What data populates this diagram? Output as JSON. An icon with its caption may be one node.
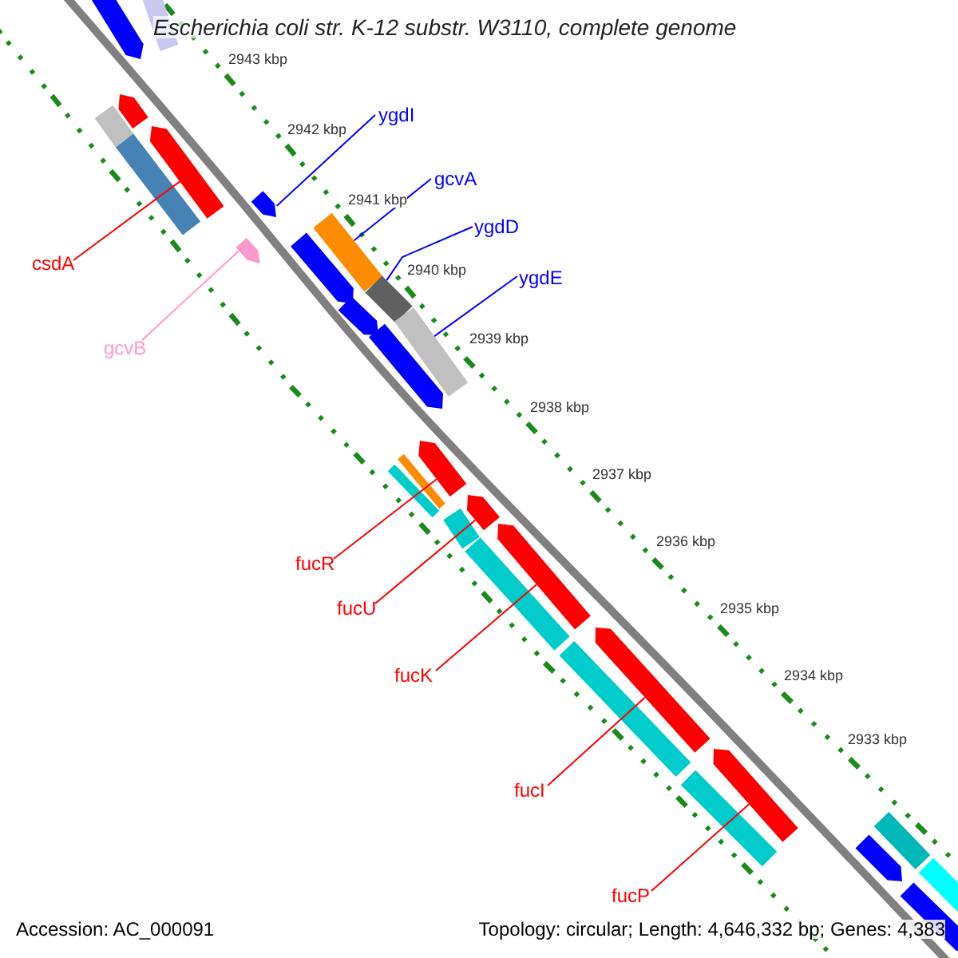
{
  "diagram": {
    "title": "Escherichia coli str. K-12 substr. W3110, complete genome",
    "nodes": [
      {
        "text": [
          "ygdI"
        ]
      },
      {
        "text": [
          "gcvA"
        ]
      },
      {
        "text": [
          "ygdD"
        ]
      },
      {
        "text": [
          "csdA"
        ]
      },
      {
        "text": [
          "ygdE"
        ]
      },
      {
        "text": [
          "gcvB"
        ]
      },
      {
        "text": [
          "fucR"
        ]
      },
      {
        "text": [
          "fucU"
        ]
      },
      {
        "text": [
          "fucK"
        ]
      },
      {
        "text": [
          "fucI"
        ]
      },
      {
        "text": [
          "fucP"
        ]
      },
      {
        "text": [],
        "shape": "arrow"
      },
      {
        "text": [],
        "shape": "bar"
      },
      {
        "text": [],
        "shape": "arrow"
      },
      {
        "text": [],
        "shape": "bar"
      },
      {
        "text": [],
        "shape": "arrow"
      },
      {
        "text": [],
        "shape": "bar"
      },
      {
        "text": [],
        "shape": "arrow"
      },
      {
        "text": [],
        "shape": "bar"
      },
      {
        "text": [],
        "shape": "arrow"
      },
      {
        "text": [],
        "shape": "arrow"
      },
      {
        "text": [],
        "shape": "bar"
      },
      {
        "text": [],
        "shape": "arrow"
      },
      {
        "text": [],
        "shape": "bar"
      },
      {
        "text": [],
        "shape": "arrow"
      },
      {
        "text": [],
        "shape": "arrow"
      },
      {
        "text": [],
        "shape": "bar"
      },
      {
        "text": [],
        "shape": "bar"
      },
      {
        "text": [],
        "shape": "arrow"
      },
      {
        "text": [],
        "shape": "bar"
      },
      {
        "text": [],
        "shape": "arrow"
      },
      {
        "text": [],
        "shape": "bar"
      },
      {
        "text": [],
        "shape": "arrow"
      },
      {
        "text": [],
        "shape": "bar"
      },
      {
        "text": [],
        "shape": "arrow"
      },
      {
        "text": [],
        "shape": "bar"
      },
      {
        "text": [],
        "shape": "bar"
      },
      {
        "text": [],
        "shape": "arrow"
      },
      {
        "text": [],
        "shape": "bar"
      },
      {
        "text": [],
        "shape": "arrow"
      }
    ],
    "edges": [
      {
        "from": 0,
        "to": 17,
        "arrow": "none",
        "color": "#0000ff"
      },
      {
        "from": 1,
        "to": 18,
        "arrow": "none",
        "color": "#0000ff"
      },
      {
        "from": 2,
        "to": 21,
        "arrow": "none",
        "color": "#0000ff"
      },
      {
        "from": 3,
        "to": 15,
        "arrow": "none"
      },
      {
        "from": 4,
        "to": 23,
        "arrow": "none",
        "color": "#0000ff"
      },
      {
        "from": 5,
        "to": 20,
        "arrow": "none",
        "color": "#ff99cc"
      },
      {
        "from": 6,
        "to": 25,
        "arrow": "none"
      },
      {
        "from": 7,
        "to": 28,
        "arrow": "none"
      },
      {
        "from": 8,
        "to": 30,
        "arrow": "none"
      },
      {
        "from": 9,
        "to": 32,
        "arrow": "none"
      },
      {
        "from": 10,
        "to": 34,
        "arrow": "none"
      }
    ],
    "labels": [
      "2943 kbp",
      "2942 kbp",
      "2941 kbp",
      "2940 kbp",
      "2939 kbp",
      "2938 kbp",
      "2937 kbp",
      "2936 kbp",
      "2935 kbp",
      "2934 kbp",
      "2933 kbp",
      "Accession: AC_000091",
      "Topology: circular; Length: 4,646,332 bp; Genes: 4,383"
    ]
  }
}
